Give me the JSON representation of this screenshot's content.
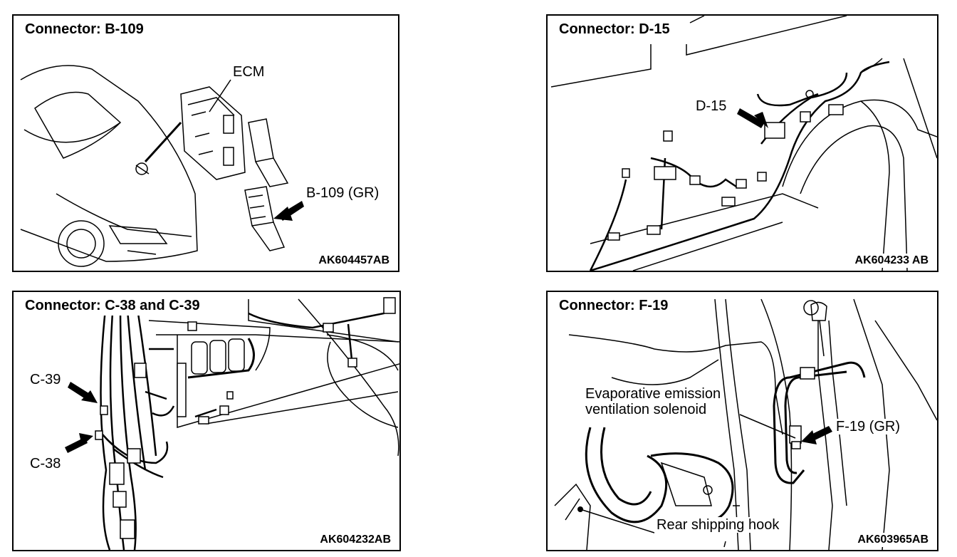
{
  "panels": [
    {
      "title": "Connector: B-109",
      "code": "AK604457AB",
      "callouts": [
        "ECM",
        "B-109 (GR)"
      ]
    },
    {
      "title": "Connector: D-15",
      "code": "AK604233 AB",
      "callouts": [
        "D-15"
      ]
    },
    {
      "title": "Connector: C-38 and C-39",
      "code": "AK604232AB",
      "callouts": [
        "C-39",
        "C-38"
      ]
    },
    {
      "title": "Connector: F-19",
      "code": "AK603965AB",
      "callouts": [
        "Evaporative emission\nventilation solenoid",
        "F-19 (GR)",
        "Rear shipping hook"
      ]
    }
  ]
}
